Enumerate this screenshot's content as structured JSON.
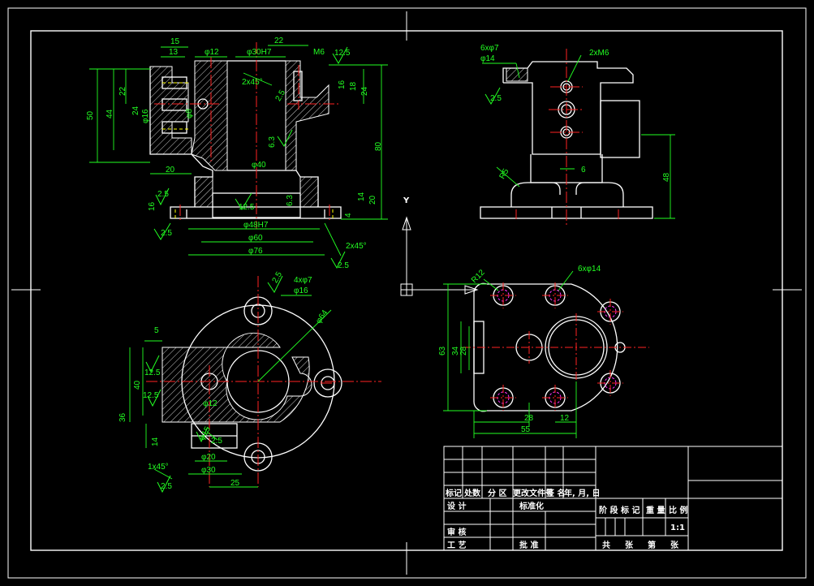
{
  "colors": {
    "background": "#000000",
    "outline": "#ffffff",
    "dimension": "#22ff22",
    "centerline": "#ff2222",
    "hidden": "#ffff00",
    "bolt_circle": "#ff33ff",
    "hatch": "#ffffff",
    "axis": "#ffffff"
  },
  "axis": {
    "y_label": "Y"
  },
  "views": {
    "front": {
      "dims_top": [
        "15",
        "13",
        "φ12",
        "φ30H7",
        "22",
        "M6",
        "12.5"
      ],
      "dims_left": [
        "50",
        "44",
        "22",
        "24",
        "φ16",
        "φ8",
        "20"
      ],
      "dims_right": [
        "16",
        "18",
        "24",
        "80",
        "20",
        "14",
        "4"
      ],
      "dims_inner": [
        "2x45°",
        "2.5",
        "6.3",
        "φ40",
        "12.5",
        "6.3",
        "2.5",
        "16",
        "2.5"
      ],
      "dims_bottom": [
        "φ48H7",
        "φ60",
        "φ76",
        "2x45°",
        "2.5"
      ]
    },
    "side": {
      "dims": [
        "6xφ7",
        "φ14",
        "2xM6",
        "2.5",
        "R5",
        "6",
        "48"
      ]
    },
    "top": {
      "dims": [
        "2.5",
        "4xφ7",
        "φ16",
        "φ64",
        "5",
        "12.5",
        "40",
        "12.5",
        "36",
        "φ12",
        "14",
        "φ15",
        "2.5",
        "1x45°",
        "2.5",
        "φ20",
        "φ30",
        "25"
      ]
    },
    "bottom": {
      "dims": [
        "R12",
        "6xφ14",
        "63",
        "34",
        "28",
        "28",
        "12",
        "55"
      ]
    }
  },
  "title_block": {
    "header": [
      "标记",
      "处数",
      "分 区",
      "更改文件号",
      "签 名",
      "年, 月, 日"
    ],
    "design": "设 计",
    "standard": "标准化",
    "review": "审 核",
    "process": "工 艺",
    "approve": "批 准",
    "stage_mark": "阶 段 标 记",
    "weight": "重 量",
    "scale_label": "比 例",
    "scale": "1:1",
    "sheets": [
      "共",
      "张",
      "第",
      "张"
    ]
  }
}
